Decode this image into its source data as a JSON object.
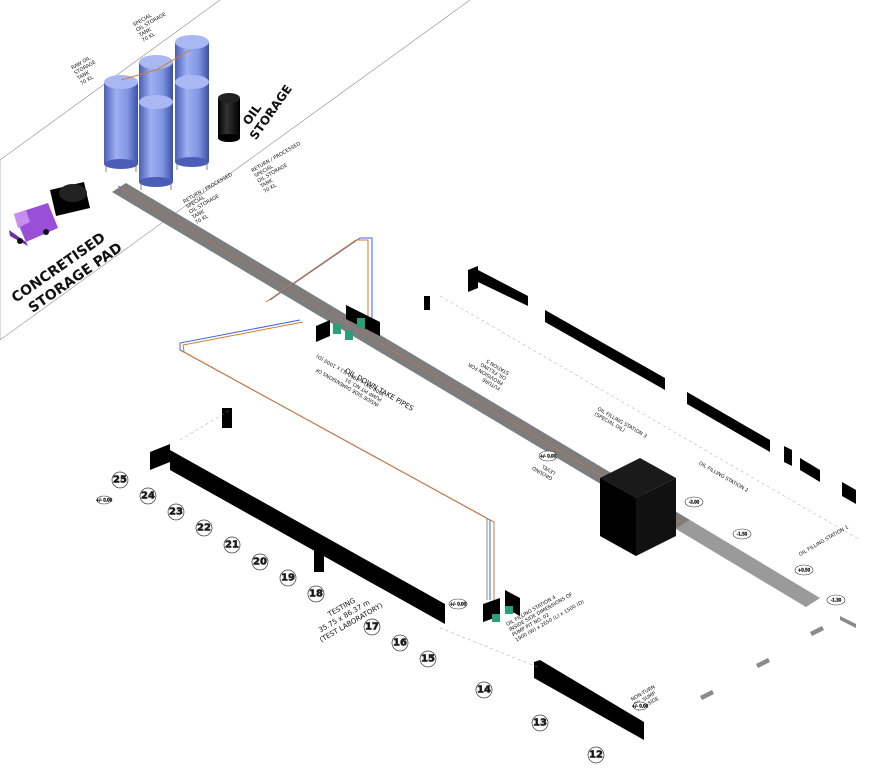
{
  "labels": {
    "concretised_pad": [
      "CONCRETISED",
      "STORAGE PAD"
    ],
    "oil_storage": [
      "OIL",
      "STORAGE"
    ],
    "raw_oil_tank": [
      "RAW OIL",
      "STORAGE",
      "TANK",
      "70 KL"
    ],
    "special_oil_tank": [
      "SPECIAL",
      "OIL STORAGE",
      "TANK",
      "70 KL"
    ],
    "return_processed_1": [
      "RETURN / PROCESSED",
      "SPECIAL",
      "OIL STORAGE",
      "TANK",
      "70 KL"
    ],
    "return_processed_2": [
      "RETURN / PROCESSED",
      "SPECIAL",
      "OIL STORAGE",
      "TANK",
      "70 KL"
    ],
    "inside_dimensions_1": [
      "INSIDE SIDE DIMENSIONS OF",
      "PUMP PIT NO. 01",
      "3000 (W) x 2950 (L) x 1000 (D)"
    ],
    "future_provision": [
      "FUTURE",
      "PROVISION FOR",
      "OIL FILLING",
      "STATION 5"
    ],
    "oil_down_take": "OIL DOWN TAKE PIPES",
    "ground_level": [
      "GROUND",
      "LEVEL"
    ],
    "station_3": [
      "OIL FILLING STATION 3",
      "(SPECIAL OIL)"
    ],
    "station_2": "OIL FILLING STATION 2",
    "station_1": "OIL FILLING STATION 1",
    "station_4": [
      "OIL FILLING STATION 4",
      "INSIDE SIDE DIMENSIONS OF",
      "PUMP PIT NO. 02",
      "1900 (W) x 2650 (L) x 1500 (D)"
    ],
    "testing_lab": [
      "TESTING",
      "35.75 x 86.37 m",
      "(TEST LABORATORY)"
    ],
    "oil_sump": [
      "NON-TURN",
      "OIL SUMP",
      "RAIL SIDE"
    ]
  },
  "level_marks": [
    "+/- 0.00",
    "-3.00",
    "-1.50",
    "+0.50",
    "-1.30",
    "+/- 0.00",
    "+/- 0.00",
    "+/- 0.00"
  ],
  "grid_numbers": [
    "25",
    "24",
    "23",
    "22",
    "21",
    "20",
    "19",
    "18",
    "17",
    "16",
    "15",
    "14",
    "13",
    "12"
  ],
  "colors": {
    "tank": "#7f94e4",
    "tank_dark": "#4a5eb8",
    "truck_cab": "#9a4fd8",
    "pipe_main": "#8a8a8a",
    "pipe_blue": "#3a68d8",
    "pipe_orange": "#d87a2a",
    "structure": "#000000"
  }
}
